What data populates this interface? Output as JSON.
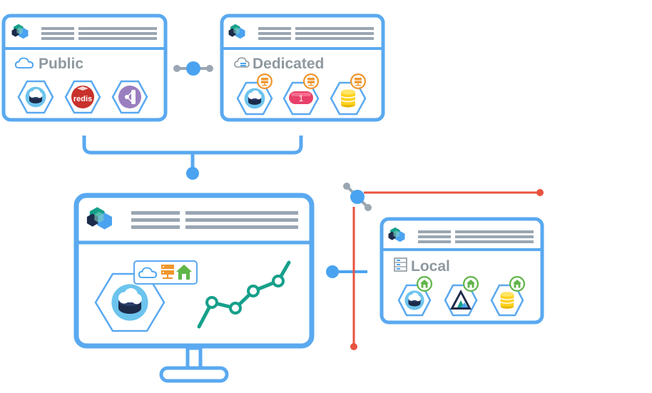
{
  "colors": {
    "frame": "#5aa9f0",
    "connector_gray": "#9aa6b2",
    "connector_blue": "#4aa3f0",
    "red": "#e8533f",
    "orange": "#f0952b",
    "green_badge": "#5fb548",
    "teal_chart": "#16a08a",
    "label_gray": "#8e989f"
  },
  "panels": {
    "public": {
      "label": "Public",
      "label_icon": "cloud-outline-icon",
      "services": [
        {
          "name": "cloud-database-icon"
        },
        {
          "name": "redis-icon",
          "text": "redis"
        },
        {
          "name": "message-hub-icon"
        }
      ]
    },
    "dedicated": {
      "label": "Dedicated",
      "label_icon": "dedicated-cloud-server-icon",
      "badge_icon": "server-badge-icon",
      "services": [
        {
          "name": "cloud-database-icon"
        },
        {
          "name": "pill-service-icon",
          "text": "1"
        },
        {
          "name": "database-stack-icon"
        }
      ]
    },
    "local": {
      "label": "Local",
      "label_icon": "local-server-rack-icon",
      "badge_icon": "house-badge-icon",
      "services": [
        {
          "name": "cloud-database-icon"
        },
        {
          "name": "mountain-triangle-icon"
        },
        {
          "name": "database-stack-icon"
        }
      ]
    },
    "monitor": {
      "main_service": "cloud-database-icon",
      "indicators": [
        "cloud-outline-icon",
        "server-icon",
        "house-icon"
      ],
      "chart_icon": "trend-line-icon"
    }
  }
}
